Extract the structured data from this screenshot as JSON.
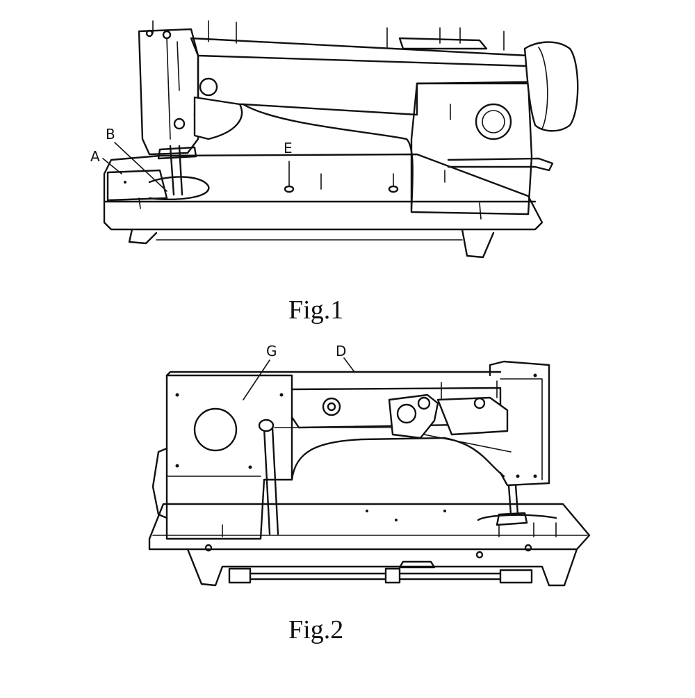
{
  "figures": [
    {
      "caption": "Fig.1",
      "labels": [
        "A",
        "B",
        "E"
      ]
    },
    {
      "caption": "Fig.2",
      "labels": [
        "G",
        "D"
      ]
    }
  ],
  "colors": {
    "ink": "#111111",
    "paper": "#ffffff"
  }
}
